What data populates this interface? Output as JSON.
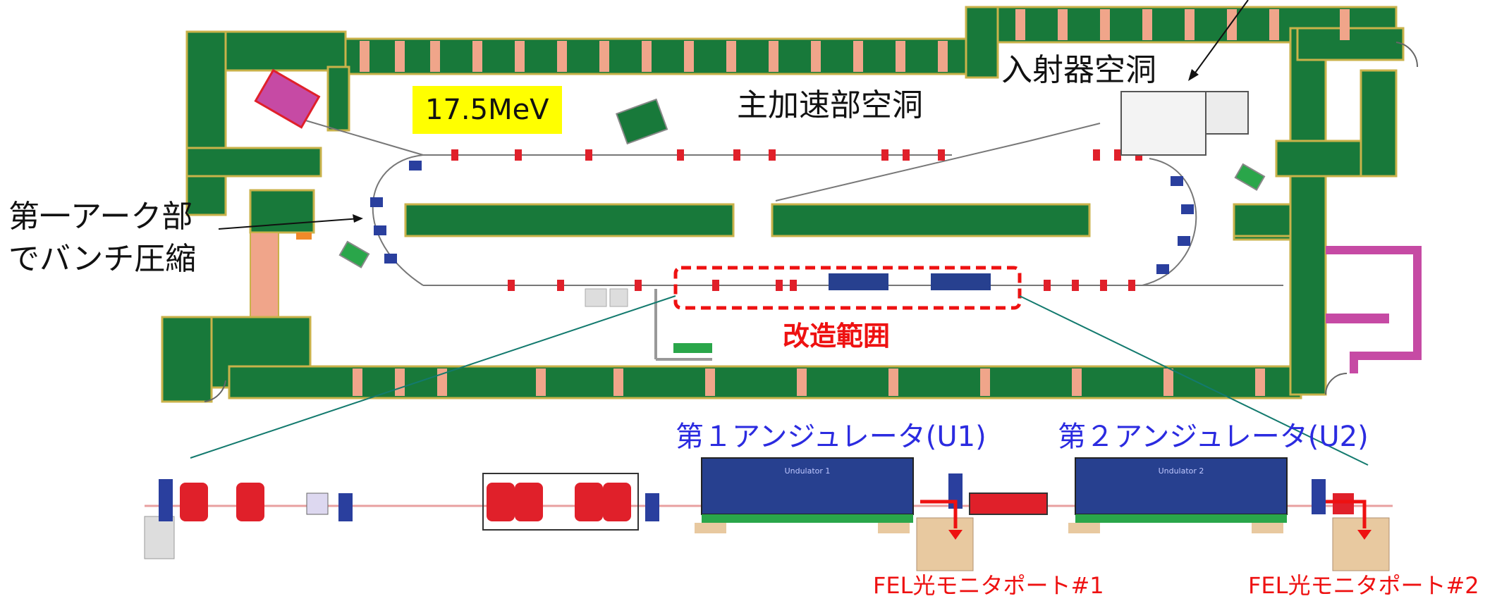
{
  "labels": {
    "energy": "17.5MeV",
    "main_cavity": "主加速部空洞",
    "injector_cavity": "入射器空洞",
    "arc1_line1": "第一アーク部",
    "arc1_line2": "でバンチ圧縮",
    "modification_area": "改造範囲",
    "undulator1": "第１アンジュレータ(U1)",
    "undulator2": "第２アンジュレータ(U2)",
    "monitor1": "FEL光モニタポート#1",
    "monitor2": "FEL光モニタポート#2",
    "undulator1_plate": "Undulator 1",
    "undulator2_plate": "Undulator 2"
  },
  "colors": {
    "shield": "#18793a",
    "shield_edge": "#c9b24a",
    "gap": "#f0a58a",
    "magnet_red": "#e0202a",
    "magnet_blue": "#2a3f9e",
    "undulator_blue": "#27408f",
    "highlight_red": "#ee1111",
    "energy_bg": "#ffff00",
    "teal_line": "#137a6e",
    "purple": "#c64aa4",
    "monitor_box": "#e8c9a0"
  }
}
